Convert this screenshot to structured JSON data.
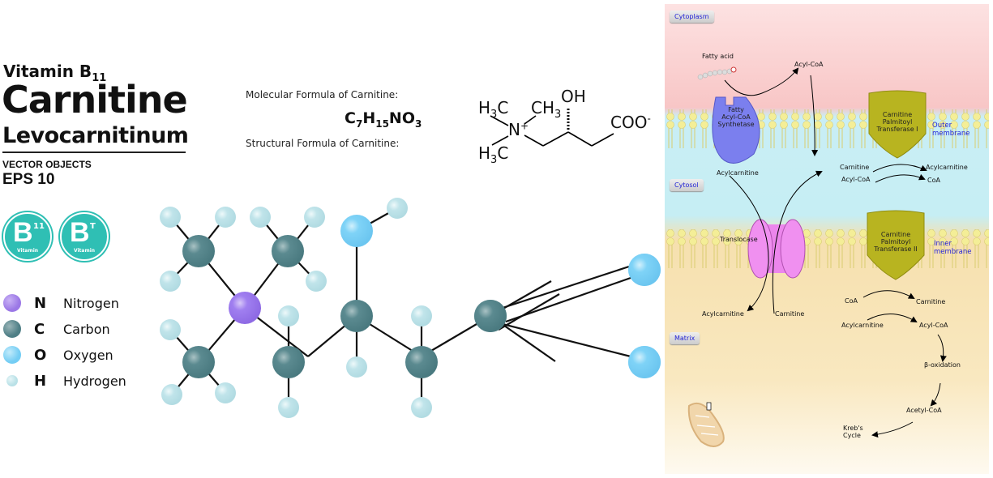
{
  "title": {
    "vitamin_prefix": "Vitamin B",
    "vitamin_sub": "11",
    "main": "Carnitine",
    "latin": "Levocarnitinum",
    "vector_label": "VECTOR OBJECTS",
    "eps_label": "EPS 10"
  },
  "badges": [
    {
      "letter": "B",
      "superscript": "11",
      "caption": "Vitamin"
    },
    {
      "letter": "B",
      "superscript": "T",
      "caption": "Vitamin"
    }
  ],
  "legend": [
    {
      "symbol": "N",
      "name": "Nitrogen",
      "color": "#9b78e6"
    },
    {
      "symbol": "C",
      "name": "Carbon",
      "color": "#4f7f86"
    },
    {
      "symbol": "O",
      "name": "Oxygen",
      "color": "#74cdf4"
    },
    {
      "symbol": "H",
      "name": "Hydrogen",
      "color": "#b9e1e7"
    }
  ],
  "formula": {
    "molecular_label": "Molecular Formula of Carnitine:",
    "structural_label": "Structural  Formula of Carnitine:",
    "molecular": {
      "c": "C",
      "c_n": "7",
      "h": "H",
      "h_n": "15",
      "n": "N",
      "o": "O",
      "o_n": "3"
    },
    "structural": {
      "h3c_top": "H",
      "h3c_top_sub": "3",
      "h3c_top_c": "C",
      "ch3": "CH",
      "ch3_sub": "3",
      "oh": "OH",
      "n": "N",
      "n_charge": "+",
      "coo": "COO",
      "coo_charge": "-",
      "h3c_bot": "H",
      "h3c_bot_sub": "3",
      "h3c_bot_c": "C"
    }
  },
  "pathway": {
    "regions": {
      "cytoplasm": "Cytoplasm",
      "cytosol": "Cytosol",
      "matrix": "Matrix"
    },
    "membranes": {
      "outer": "Outer membrane",
      "inner": "Inner membrane"
    },
    "proteins": {
      "synthetase": [
        "Fatty",
        "Acyl-CoA",
        "Synthetase"
      ],
      "cpt1": [
        "Carnitine",
        "Palmitoyl",
        "Transferase I"
      ],
      "cpt2": [
        "Carnitine",
        "Palmitoyl",
        "Transferase II"
      ],
      "translocase": "Translocase"
    },
    "labels": {
      "fatty_acid": "Fatty acid",
      "acyl_coa_top": "Acyl-CoA",
      "cpt1_in1": "Carnitine",
      "cpt1_in2": "Acyl-CoA",
      "cpt1_out1": "Acylcarnitine",
      "cpt1_out2": "CoA",
      "acylcarnitine_cytosol": "Acylcarnitine",
      "acylcarnitine_matrix": "Acylcarnitine",
      "carnitine_matrix": "Carnitine",
      "cpt2_in1": "CoA",
      "cpt2_out1": "Carnitine",
      "cpt2_in2": "Acylcarnitine",
      "cpt2_out2": "Acyl-CoA",
      "beta_oxidation": "β-oxidation",
      "acetyl_coa": "Acetyl-CoA",
      "krebs": "Kreb's",
      "krebs2": "Cycle"
    },
    "colors": {
      "cytoplasm": "#f8c9c9",
      "cytosol": "#c6eef4",
      "matrix": "#f7e2b0",
      "membrane_head": "#f3ec8e",
      "synthetase": "#7b7fee",
      "cpt": "#b8b420",
      "translocase": "#f07ef0"
    }
  }
}
